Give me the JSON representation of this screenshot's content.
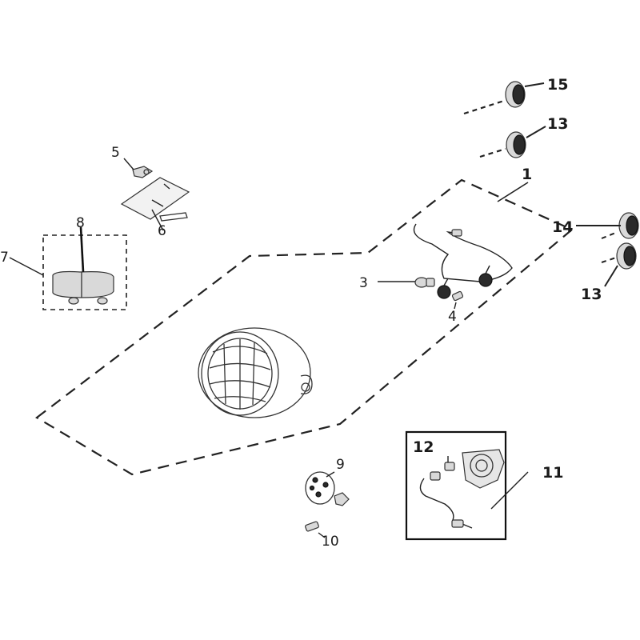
{
  "diagram": {
    "callouts": [
      {
        "id": "c1",
        "text": "1"
      },
      {
        "id": "c3",
        "text": "3"
      },
      {
        "id": "c4",
        "text": "4"
      },
      {
        "id": "c5",
        "text": "5"
      },
      {
        "id": "c6",
        "text": "6"
      },
      {
        "id": "c7",
        "text": "7"
      },
      {
        "id": "c8",
        "text": "8"
      },
      {
        "id": "c9",
        "text": "9"
      },
      {
        "id": "c10",
        "text": "10"
      },
      {
        "id": "c11",
        "text": "11"
      },
      {
        "id": "c12",
        "text": "12"
      },
      {
        "id": "c13a",
        "text": "13"
      },
      {
        "id": "c13b",
        "text": "13"
      },
      {
        "id": "c14",
        "text": "14"
      },
      {
        "id": "c15",
        "text": "15"
      }
    ]
  }
}
